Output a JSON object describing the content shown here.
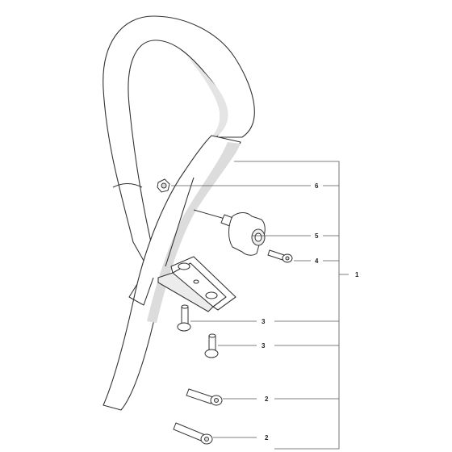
{
  "diagram": {
    "callouts": [
      {
        "id": "c6",
        "label": "6"
      },
      {
        "id": "c5",
        "label": "5"
      },
      {
        "id": "c4",
        "label": "4"
      },
      {
        "id": "c1",
        "label": "1"
      },
      {
        "id": "c3a",
        "label": "3"
      },
      {
        "id": "c3b",
        "label": "3"
      },
      {
        "id": "c2a",
        "label": "2"
      },
      {
        "id": "c2b",
        "label": "2"
      }
    ],
    "colors": {
      "line": "#333333",
      "part_fill": "#ffffff",
      "shade": "#d9d9d9",
      "leader": "#555555"
    }
  }
}
